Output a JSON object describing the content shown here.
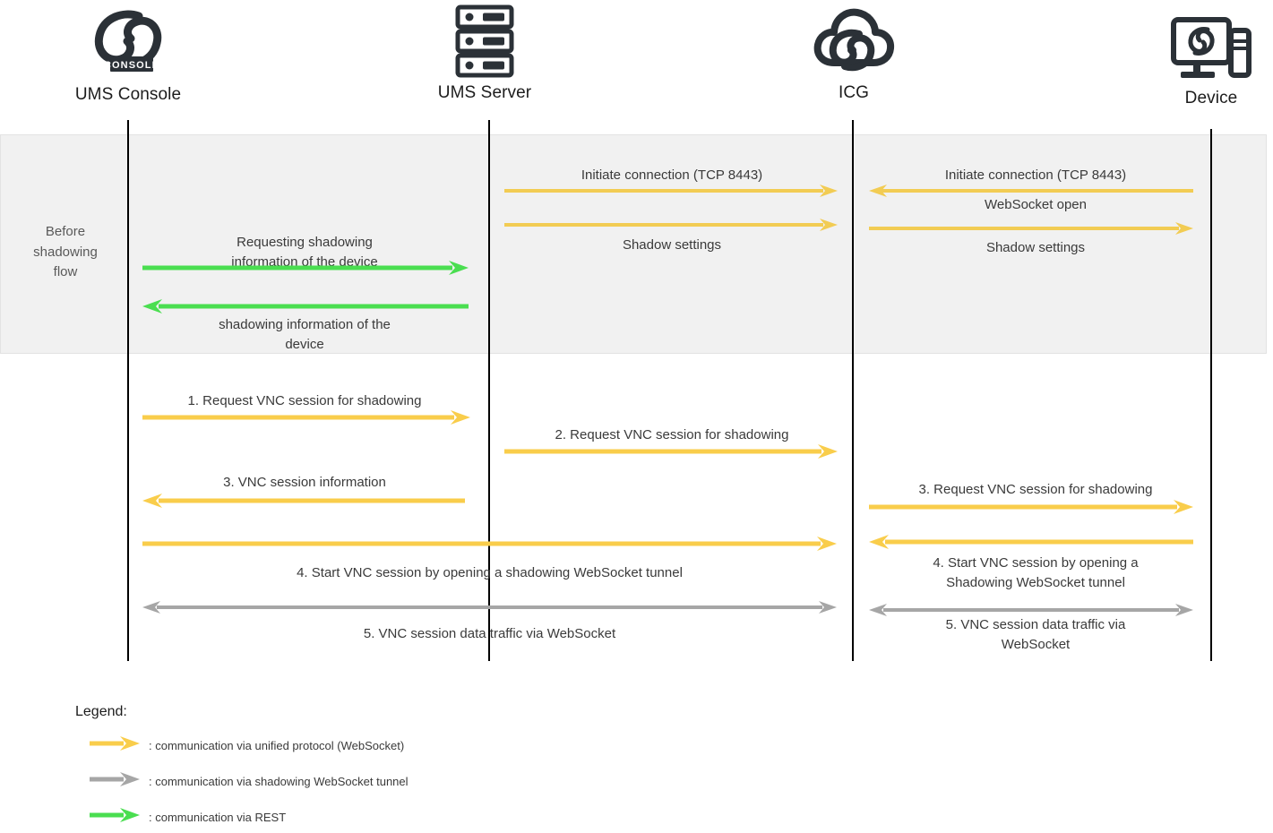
{
  "diagram": {
    "title": "Shadowing sequence diagram",
    "colors": {
      "unified_protocol": "#f2cc53",
      "shadow_tunnel": "#a6a6a6",
      "rest": "#4ade50",
      "lifeline": "#000000",
      "band_background": "#f1f1f1",
      "text": "#3a3a3a"
    },
    "actors": [
      {
        "id": "ums-console",
        "label": "UMS Console",
        "icon": "ums-console-logo-icon"
      },
      {
        "id": "ums-server",
        "label": "UMS Server",
        "icon": "server-rack-icon"
      },
      {
        "id": "icg",
        "label": "ICG",
        "icon": "cloud-gateway-icon"
      },
      {
        "id": "device",
        "label": "Device",
        "icon": "desktop-device-icon"
      }
    ],
    "band": {
      "label": "Before\nshadowing\nflow"
    },
    "messages": [
      {
        "id": "m1",
        "text": "Initiate connection (TCP 8443)",
        "from": "ums-server",
        "to": "icg",
        "direction": "right",
        "style": "unified_protocol"
      },
      {
        "id": "m2",
        "text": "Initiate connection (TCP 8443)",
        "from": "device",
        "to": "icg",
        "direction": "left",
        "style": "unified_protocol"
      },
      {
        "id": "m3",
        "text": "WebSocket open",
        "from": "icg",
        "to": "device",
        "direction": "right",
        "style": "unified_protocol"
      },
      {
        "id": "m4",
        "text": "Shadow settings",
        "from": "ums-server",
        "to": "icg",
        "direction": "right",
        "style": "unified_protocol"
      },
      {
        "id": "m5",
        "text": "Shadow settings",
        "from": "icg",
        "to": "device",
        "direction": "right",
        "style": "unified_protocol"
      },
      {
        "id": "m6",
        "text": "Requesting shadowing\ninformation of the device",
        "from": "ums-console",
        "to": "ums-server",
        "direction": "right",
        "style": "rest"
      },
      {
        "id": "m7",
        "text": "shadowing information of the\ndevice",
        "from": "ums-server",
        "to": "ums-console",
        "direction": "left",
        "style": "rest"
      },
      {
        "id": "s1",
        "text": "1.   Request VNC session for shadowing",
        "from": "ums-console",
        "to": "ums-server",
        "direction": "right",
        "style": "unified_protocol"
      },
      {
        "id": "s2",
        "text": "2.   Request VNC session for shadowing",
        "from": "ums-server",
        "to": "icg",
        "direction": "right",
        "style": "unified_protocol"
      },
      {
        "id": "s3a",
        "text": "3.   VNC session information",
        "from": "ums-server",
        "to": "ums-console",
        "direction": "left",
        "style": "unified_protocol"
      },
      {
        "id": "s3b",
        "text": "3.   Request VNC session for shadowing",
        "from": "icg",
        "to": "device",
        "direction": "right",
        "style": "unified_protocol"
      },
      {
        "id": "s4a",
        "text": "4.   Start VNC session by opening a shadowing WebSocket tunnel",
        "from": "ums-console",
        "to": "icg",
        "direction": "right",
        "style": "unified_protocol"
      },
      {
        "id": "s4b",
        "text": "4.   Start VNC session by opening a\nShadowing WebSocket tunnel",
        "from": "device",
        "to": "icg",
        "direction": "left",
        "style": "unified_protocol"
      },
      {
        "id": "s5a",
        "text": "5.   VNC session data traffic via WebSocket",
        "from": "ums-console",
        "to": "icg",
        "direction": "both",
        "style": "shadow_tunnel"
      },
      {
        "id": "s5b",
        "text": "5.   VNC session data traffic via\nWebSocket",
        "from": "icg",
        "to": "device",
        "direction": "both",
        "style": "shadow_tunnel"
      }
    ],
    "legend": {
      "title": "Legend:",
      "items": [
        {
          "style": "unified_protocol",
          "text": ": communication via unified protocol (WebSocket)",
          "icon": "arrow-right-yellow-icon"
        },
        {
          "style": "shadow_tunnel",
          "text": ": communication via shadowing WebSocket tunnel",
          "icon": "arrow-right-gray-icon"
        },
        {
          "style": "rest",
          "text": ": communication via REST",
          "icon": "arrow-right-green-icon"
        }
      ]
    }
  }
}
